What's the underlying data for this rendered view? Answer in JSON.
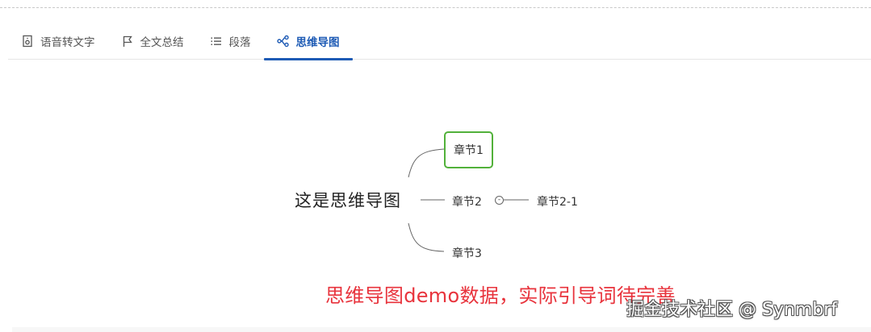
{
  "tabs": [
    {
      "label": "语音转文字",
      "icon": "audio-file-icon",
      "active": false
    },
    {
      "label": "全文总结",
      "icon": "flag-icon",
      "active": false
    },
    {
      "label": "段落",
      "icon": "list-icon",
      "active": false
    },
    {
      "label": "思维导图",
      "icon": "mindmap-icon",
      "active": true
    }
  ],
  "mindmap": {
    "root": "这是思维导图",
    "children": [
      {
        "label": "章节1",
        "selected": true
      },
      {
        "label": "章节2",
        "collapse_symbol": "-",
        "children": [
          {
            "label": "章节2-1"
          }
        ]
      },
      {
        "label": "章节3"
      }
    ]
  },
  "caption": "思维导图demo数据，实际引导词待完善",
  "watermark": "掘金技术社区 @ Synmbrf",
  "colors": {
    "accent": "#1e5bb5",
    "selected_border": "#52b13a",
    "caption": "#e8333c"
  }
}
